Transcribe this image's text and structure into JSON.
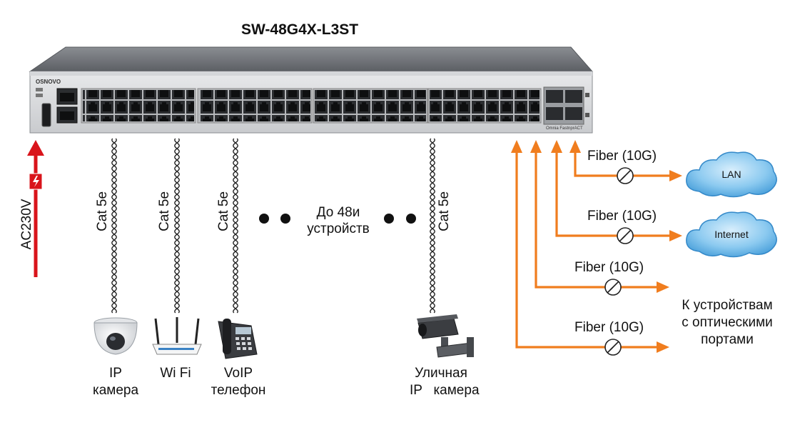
{
  "title": "SW-48G4X-L3ST",
  "switch": {
    "brand": "OSNOVO",
    "model_small": "Omnia FastnprACT"
  },
  "power": {
    "label": "AC230V"
  },
  "copper": {
    "cable_label": "Cat 5e",
    "devices": [
      {
        "line1": "IP",
        "line2": "камера",
        "icon": "dome-camera-icon"
      },
      {
        "line1": "Wi Fi",
        "line2": "",
        "icon": "wifi-router-icon"
      },
      {
        "line1": "VoIP",
        "line2": "телефон",
        "icon": "ip-phone-icon"
      },
      {
        "line1": "Уличная",
        "line2": "IP   камера",
        "icon": "outdoor-camera-icon"
      }
    ],
    "more_label_1": "До 48и",
    "more_label_2": "устройств"
  },
  "fiber": {
    "links": [
      {
        "label": "Fiber (10G)",
        "target": "LAN"
      },
      {
        "label": "Fiber (10G)",
        "target": "Internet"
      },
      {
        "label": "Fiber (10G)",
        "target": ""
      },
      {
        "label": "Fiber (10G)",
        "target": ""
      }
    ],
    "devices_label_1": "К устройствам",
    "devices_label_2": "с оптическими",
    "devices_label_3": "портами"
  },
  "colors": {
    "fiber": "#f07d1e",
    "power": "#d9141b",
    "cloud": "#4aa8e2",
    "cable": "#222222"
  }
}
